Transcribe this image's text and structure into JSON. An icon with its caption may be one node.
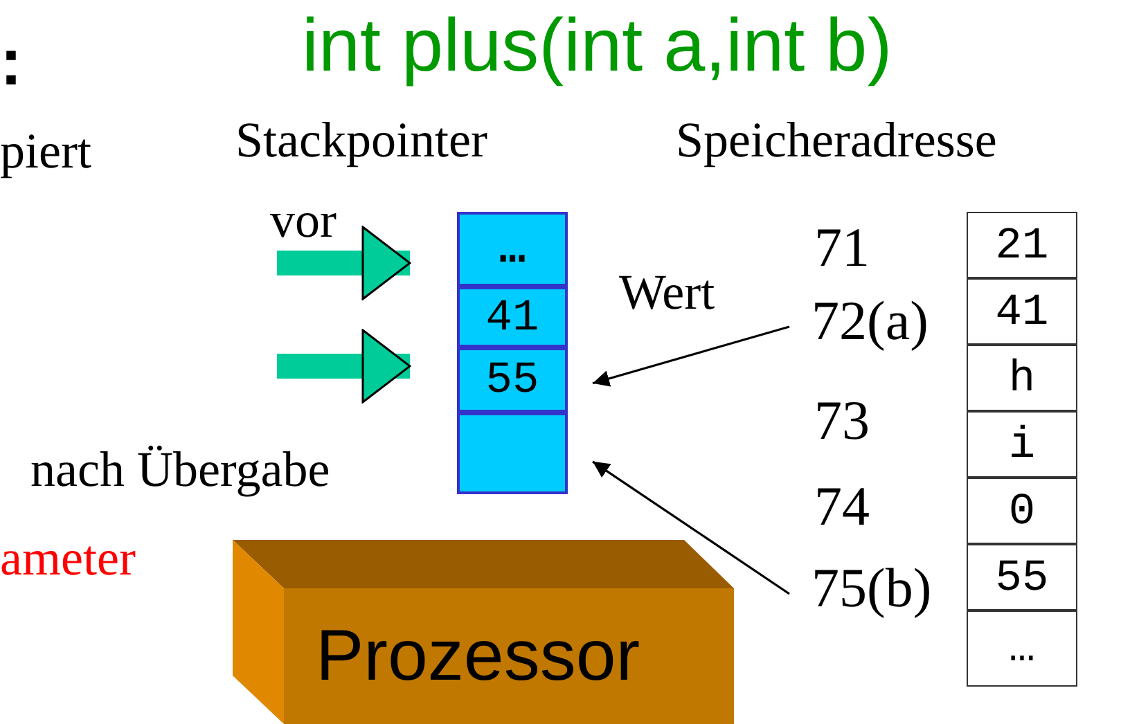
{
  "diagram": {
    "title": "int plus(int a,int b)",
    "nodes": [
      {
        "text": [
          "…"
        ]
      },
      {
        "text": [
          "41"
        ]
      },
      {
        "text": [
          "55"
        ]
      },
      {
        "text": [],
        "shape": "box"
      },
      {
        "text": [
          "21"
        ]
      },
      {
        "text": [
          "41"
        ]
      },
      {
        "text": [
          "h"
        ]
      },
      {
        "text": [
          "i"
        ]
      },
      {
        "text": [
          "0"
        ]
      },
      {
        "text": [
          "55"
        ]
      },
      {
        "text": [
          "…"
        ]
      },
      {
        "text": [
          "72(a)"
        ]
      },
      {
        "text": [
          "75(b)"
        ]
      },
      {
        "text": [
          "Prozessor"
        ]
      }
    ],
    "edges": [
      {
        "from": null,
        "to": 0,
        "arrow": "to",
        "style": "thick",
        "color": "#00cc99"
      },
      {
        "from": null,
        "to": 2,
        "arrow": "to",
        "style": "thick",
        "color": "#00cc99"
      },
      {
        "from": 11,
        "to": 2,
        "arrow": "to",
        "color": "#000000"
      },
      {
        "from": 12,
        "to": 3,
        "arrow": "to",
        "color": "#000000"
      }
    ],
    "labels": [
      ":",
      "piert",
      "Stackpointer",
      "Speicheradresse",
      "vor",
      "Wert",
      "71",
      "73",
      "74",
      "nach Übergabe",
      "ameter"
    ]
  }
}
